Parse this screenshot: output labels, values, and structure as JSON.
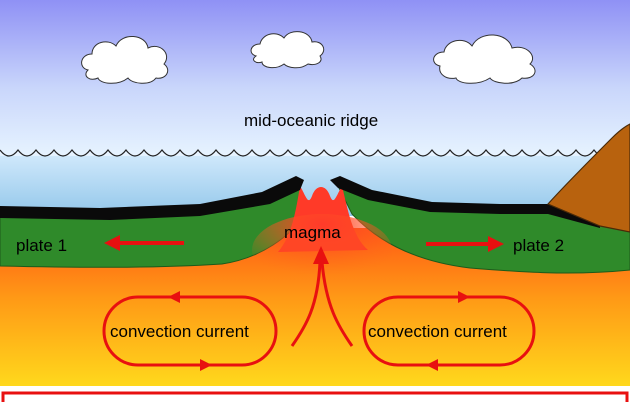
{
  "diagram": {
    "labels": {
      "title": "mid-oceanic ridge",
      "magma": "magma",
      "plate_left": "plate 1",
      "plate_right": "plate 2",
      "convection_left": "convection current",
      "convection_right": "convection current"
    },
    "colors": {
      "sky_top": "#8f91f5",
      "sky_bottom": "#e6f4ff",
      "ocean": "#a9d1ee",
      "crust": "#0a0a0a",
      "plate_green": "#2f8a2a",
      "mantle_top": "#ff6a1a",
      "mantle_bottom": "#ffd21a",
      "arrow_red": "#e81010",
      "continent": "#b8620e",
      "caption_border": "#e81010"
    }
  }
}
